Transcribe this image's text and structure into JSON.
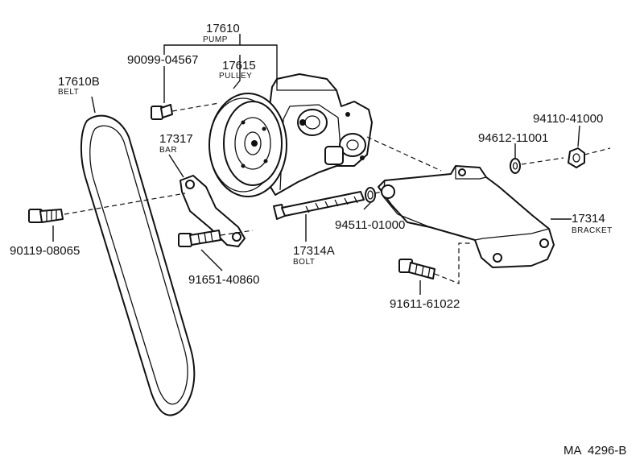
{
  "diagram": {
    "parts": {
      "pump": {
        "number": "17610",
        "name": "PUMP"
      },
      "pulley": {
        "number": "17615",
        "name": "PULLEY"
      },
      "belt": {
        "number": "17610B",
        "name": "BELT"
      },
      "bar": {
        "number": "17317",
        "name": "BAR"
      },
      "bracket": {
        "number": "17314",
        "name": "BRACKET"
      },
      "bolt": {
        "number": "17314A",
        "name": "BOLT"
      },
      "pump_bolt": {
        "number": "90099-04567"
      },
      "washer": {
        "number": "94612-11001"
      },
      "nut": {
        "number": "94110-41000"
      },
      "spacer": {
        "number": "94511-01000"
      },
      "belt_bolt": {
        "number": "90119-08065"
      },
      "bar_bolt": {
        "number": "91651-40860"
      },
      "bracket_bolt": {
        "number": "91611-61022"
      }
    },
    "reference": "MA  4296-B"
  }
}
